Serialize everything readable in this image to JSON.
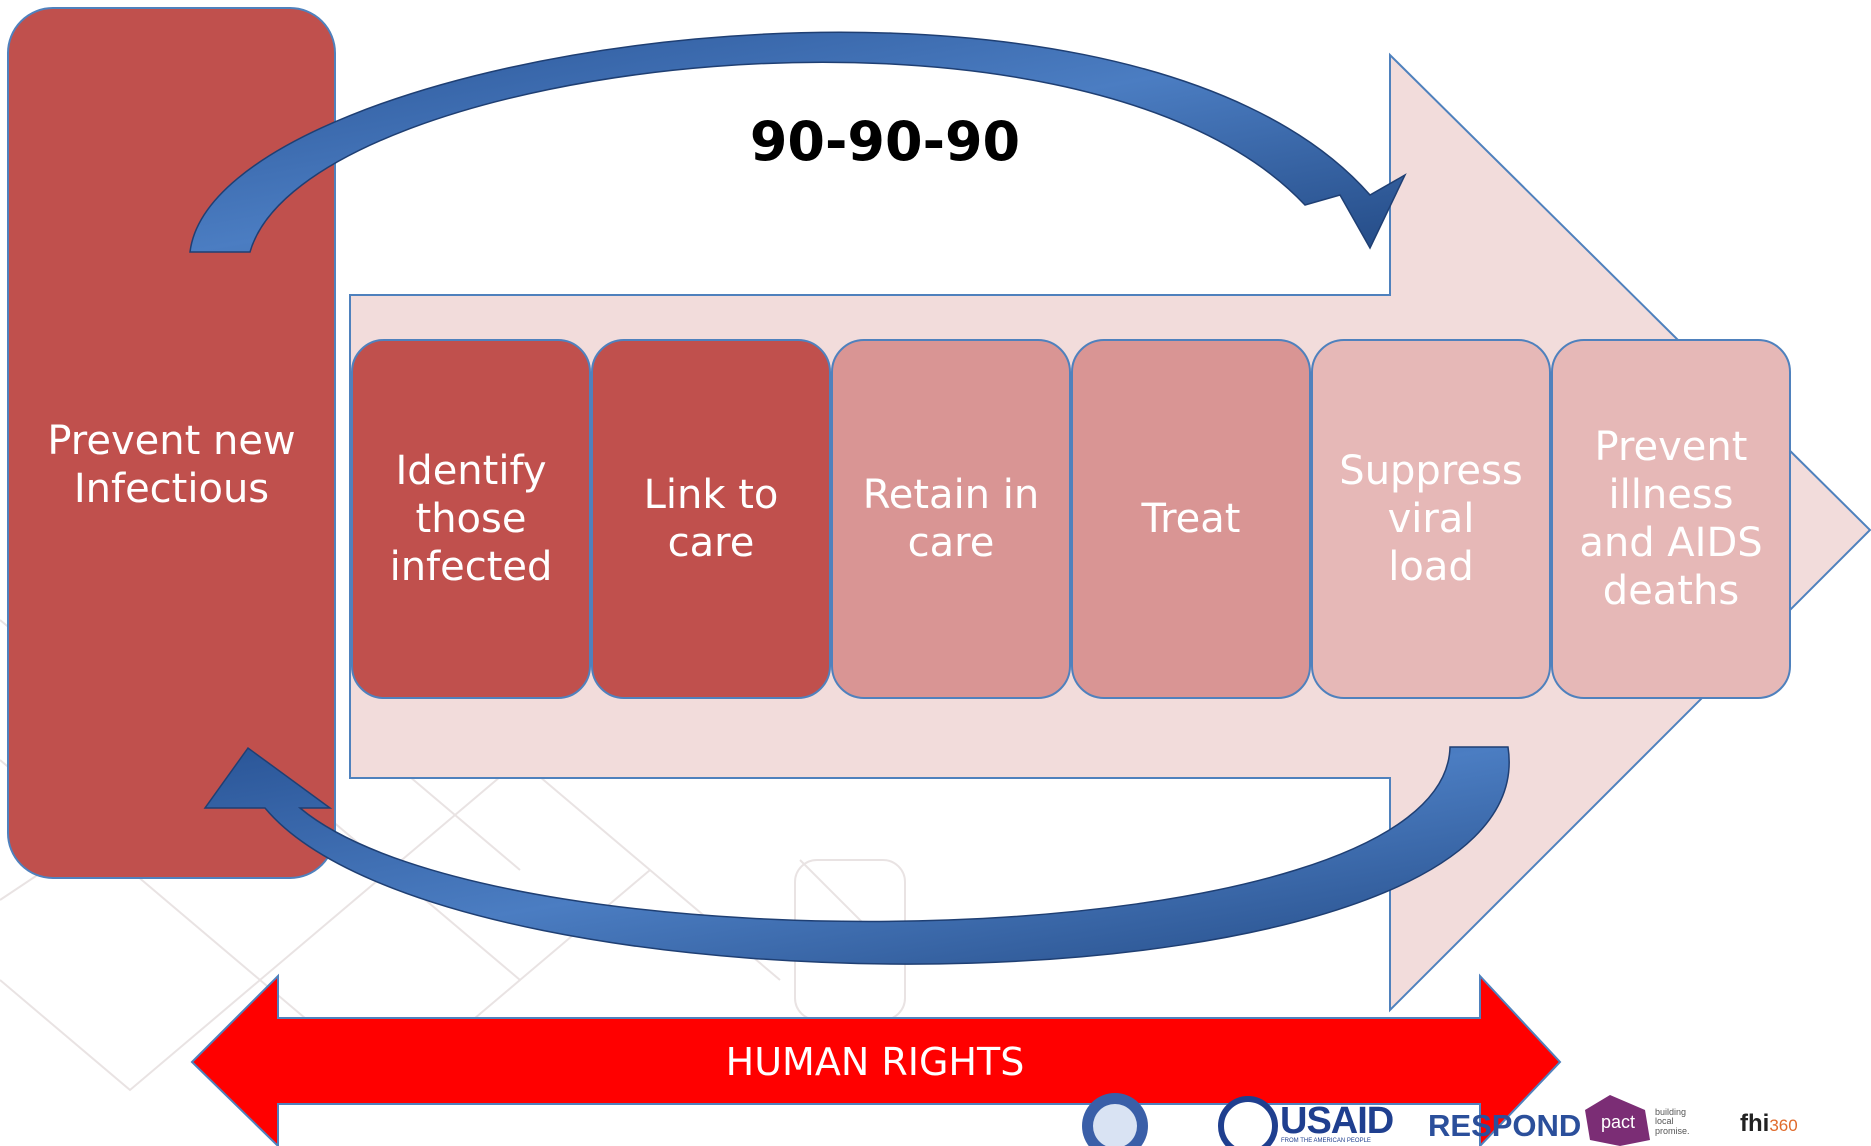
{
  "diagram": {
    "cycle_label": "90-90-90",
    "prevent_box": "Prevent new\nInfectious",
    "steps": [
      {
        "label": "Identify\nthose\ninfected",
        "fill": "#c0504d",
        "text_color": "#ffffff"
      },
      {
        "label": "Link to\ncare",
        "fill": "#c0504d",
        "text_color": "#ffffff"
      },
      {
        "label": "Retain in\ncare",
        "fill": "#d99594",
        "text_color": "#ffffff"
      },
      {
        "label": "Treat",
        "fill": "#d99594",
        "text_color": "#ffffff"
      },
      {
        "label": "Suppress\nviral\nload",
        "fill": "#e6b8b7",
        "text_color": "#ffffff"
      },
      {
        "label": "Prevent\nillness\nand AIDS\ndeaths",
        "fill": "#e6b8b7",
        "text_color": "#ffffff"
      }
    ],
    "human_rights": "HUMAN RIGHTS"
  },
  "logos": {
    "usaid": "USAID",
    "usaid_tagline": "FROM THE AMERICAN PEOPLE",
    "respond": "RESPOND",
    "pact": "pact",
    "pact_tagline": "building\nlocal\npromise.",
    "fhi": "fhi",
    "fhi_num": "360"
  },
  "colors": {
    "prevent_box": "#c0504d",
    "big_arrow": "#f2dcdb",
    "big_arrow_outline": "#4f81bd",
    "cycle_arrows": "#2e5c9a",
    "human_rights_arrow": "#ff0000",
    "step_outline": "#4f81bd"
  }
}
